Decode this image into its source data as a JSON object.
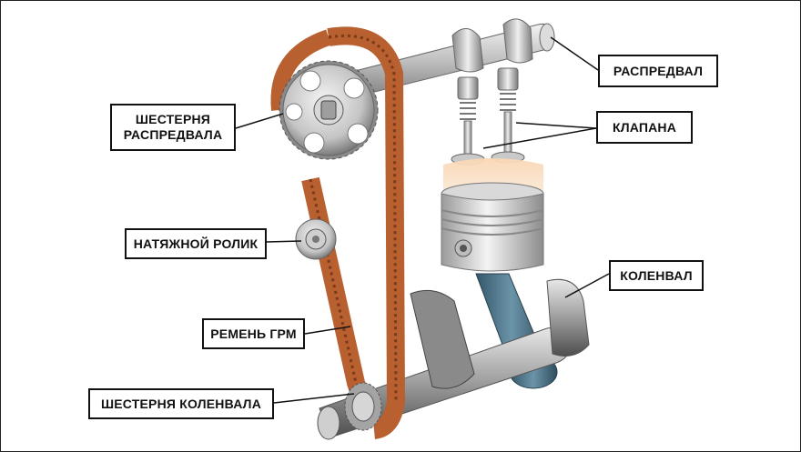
{
  "labels": {
    "camshaft": "РАСПРЕДВАЛ",
    "valves": "КЛАПАНА",
    "camshaft_gear": "ШЕСТЕРНЯ\nРАСПРЕДВАЛА",
    "tensioner": "НАТЯЖНОЙ РОЛИК",
    "crankshaft": "КОЛЕНВАЛ",
    "timing_belt": "РЕМЕНЬ ГРМ",
    "crankshaft_gear": "ШЕСТЕРНЯ КОЛЕНВАЛА"
  },
  "colors": {
    "belt": "#b8602f",
    "belt_dark": "#7a3a18",
    "metal_light": "#e6e6e6",
    "metal_mid": "#b9b9b9",
    "metal_dark": "#6e6e6e",
    "rod": "#4a6f82",
    "cylinder_glow": "#f6c9a0"
  }
}
